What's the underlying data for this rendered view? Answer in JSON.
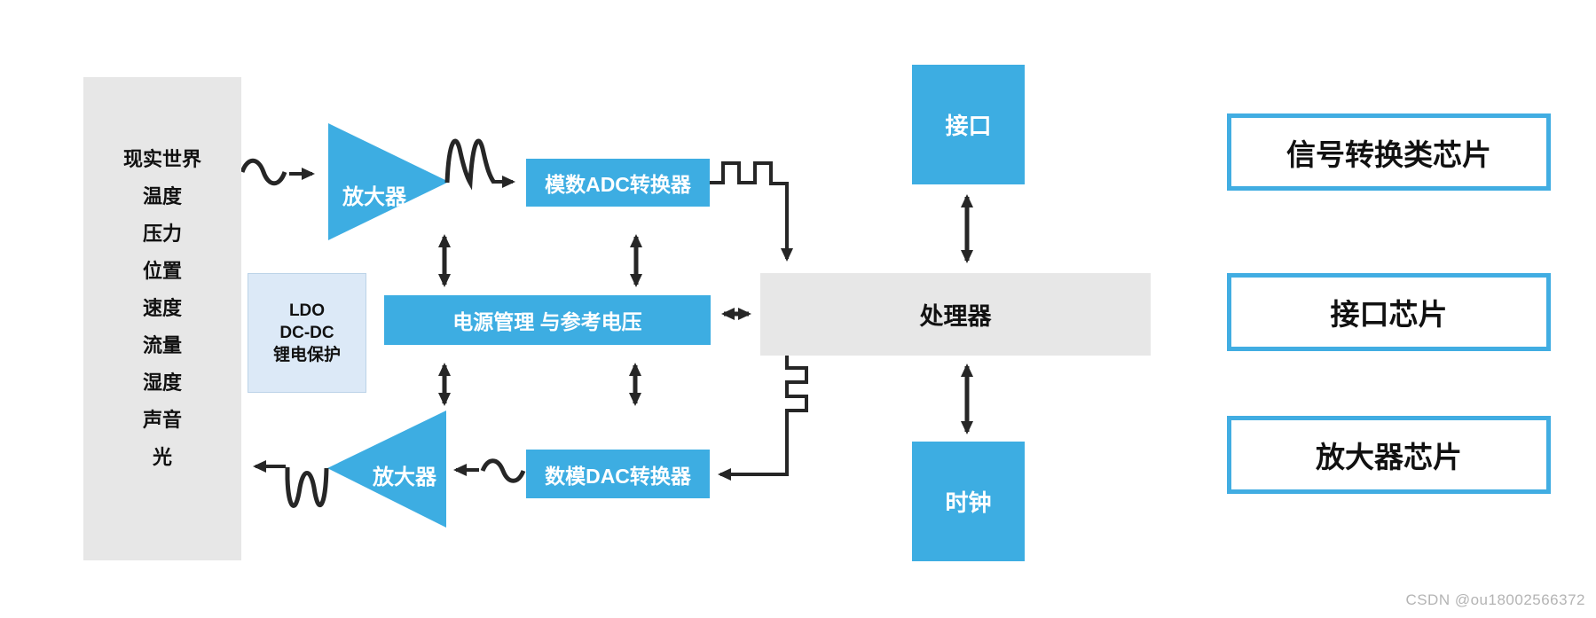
{
  "diagram": {
    "world_box": {
      "title": "现实世界",
      "items": [
        "温度",
        "压力",
        "位置",
        "速度",
        "流量",
        "湿度",
        "声音",
        "光"
      ]
    },
    "amplifier_top": {
      "label": "放大器"
    },
    "amplifier_bottom": {
      "label": "放大器"
    },
    "adc_box": {
      "label": "模数ADC转换器"
    },
    "dac_box": {
      "label": "数模DAC转换器"
    },
    "power_box": {
      "label": "电源管理 与参考电压"
    },
    "ldo_box": {
      "lines": [
        "LDO",
        "DC-DC",
        "锂电保护"
      ]
    },
    "interface_box": {
      "label": "接口"
    },
    "clock_box": {
      "label": "时钟"
    },
    "processor_box": {
      "label": "处理器"
    },
    "legend": [
      {
        "label": "信号转换类芯片"
      },
      {
        "label": "接口芯片"
      },
      {
        "label": "放大器芯片"
      }
    ]
  },
  "watermark": "CSDN @ou18002566372",
  "colors": {
    "accent_blue": "#3dade2",
    "legend_border_blue": "#41ade2",
    "box_gray": "#e7e7e7",
    "ldo_fill": "#dce9f7",
    "wire_black": "#262626",
    "watermark_gray": "#b4b4b4"
  }
}
